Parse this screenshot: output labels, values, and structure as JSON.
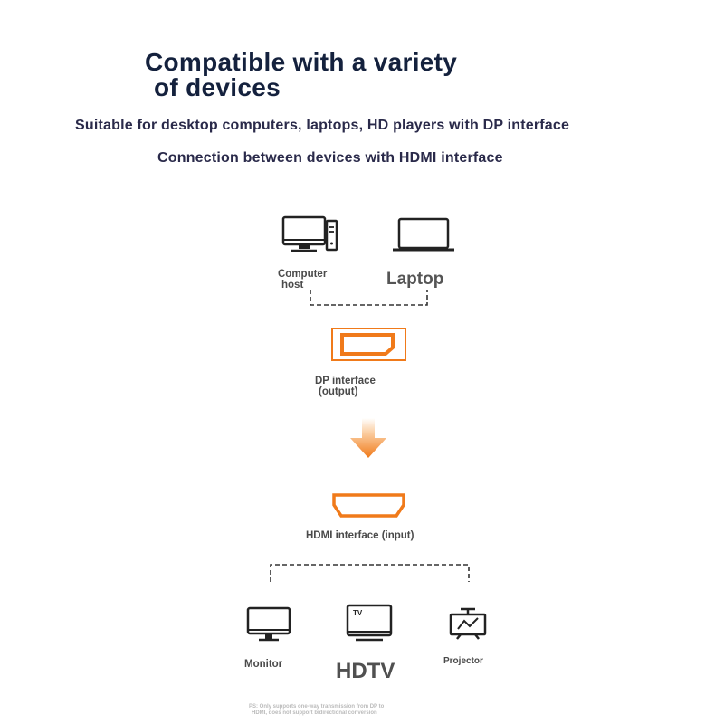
{
  "header": {
    "title_line1": "Compatible with a variety",
    "title_line2": "of devices",
    "subtitle1": "Suitable for desktop computers, laptops, HD players with DP interface",
    "subtitle2": "Connection between devices with HDMI interface"
  },
  "sources": {
    "computer_label_line1": "Computer",
    "computer_label_line2": "host",
    "laptop_label": "Laptop"
  },
  "dp": {
    "label_line1": "DP interface",
    "label_line2": "(output)"
  },
  "hdmi": {
    "label": "HDMI interface (input)"
  },
  "targets": {
    "monitor_label": "Monitor",
    "hdtv_label": "HDTV",
    "projector_label": "Projector",
    "tv_icon_text": "TV"
  },
  "note": {
    "line1": "PS: Only supports one-way transmission from DP to",
    "line2": "HDMI, does not support bidirectional conversion"
  },
  "colors": {
    "accent": "#f07a1a",
    "title": "#14213d",
    "icon": "#222222"
  },
  "icons": [
    "computer-icon",
    "laptop-icon",
    "dp-port-icon",
    "arrow-down-icon",
    "hdmi-port-icon",
    "monitor-icon",
    "tv-icon",
    "projector-icon"
  ]
}
